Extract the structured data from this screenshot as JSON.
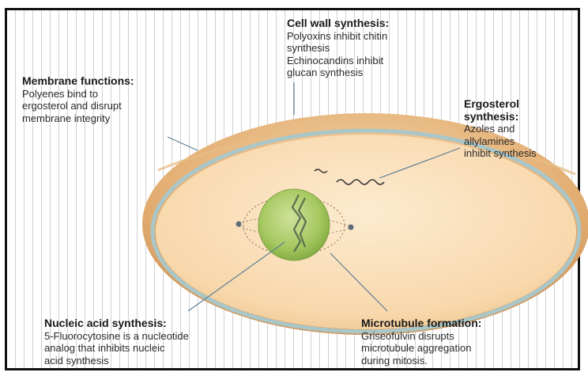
{
  "annotations": {
    "cell_wall": {
      "title": "Cell wall synthesis:",
      "lines": [
        "Polyoxins inhibit chitin",
        "synthesis",
        "Echinocandins inhibit",
        "glucan synthesis"
      ]
    },
    "membrane": {
      "title": "Membrane functions:",
      "lines": [
        "Polyenes bind to",
        "ergosterol and disrupt",
        "membrane integrity"
      ]
    },
    "ergosterol": {
      "title_line1": "Ergosterol",
      "title_line2": "synthesis:",
      "lines": [
        "Azoles and",
        "allylamines",
        "inhibit synthesis"
      ]
    },
    "nucleic_acid": {
      "title": "Nucleic acid synthesis:",
      "lines": [
        "5-Fluorocytosine is a nucleotide",
        "analog that inhibits nucleic",
        "acid synthesis"
      ]
    },
    "microtubule": {
      "title": "Microtubule formation:",
      "lines": [
        "Griseofulvin disrupts",
        "microtubule aggregation",
        "during mitosis."
      ]
    }
  },
  "colors": {
    "cell_wall": "#d9a46a",
    "membrane": "#a9c6c9",
    "cytoplasm": "#f9dcb0",
    "nucleus": "#9fc25a",
    "leader_lines": "#5d7f96"
  }
}
